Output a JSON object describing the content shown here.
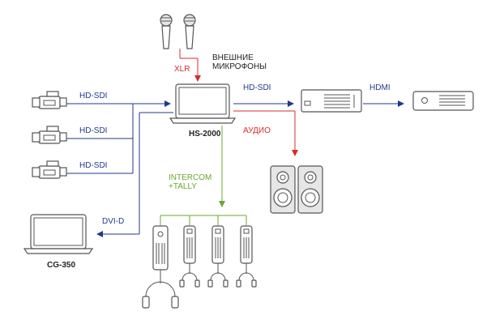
{
  "labels": {
    "xlr": "XLR",
    "mics": "ВНЕШНИЕ\nМИКРОФОНЫ",
    "hdsdi_out": "HD-SDI",
    "hdmi": "HDMI",
    "switcher": "HS-2000",
    "audio": "АУДИО",
    "cam1": "HD-SDI",
    "cam2": "HD-SDI",
    "cam3": "HD-SDI",
    "intercom": "INTERCOM\n+TALLY",
    "dvid": "DVI-D",
    "cg": "CG-350"
  },
  "colors": {
    "video": "#1f3a8a",
    "audio": "#d92b2b",
    "intercom": "#6aa82c",
    "device_stroke": "#555555"
  },
  "icons": [
    "microphone-icon",
    "video-camera-icon",
    "laptop-icon",
    "video-recorder-icon",
    "projector-icon",
    "speaker-icon",
    "beltpack-icon",
    "headset-icon"
  ]
}
